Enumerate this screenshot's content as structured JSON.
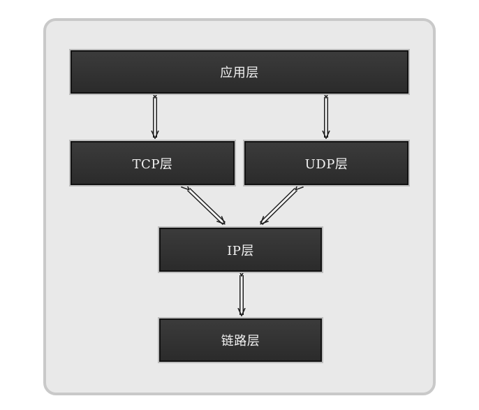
{
  "diagram": {
    "layers": {
      "application": "应用层",
      "tcp": "TCP层",
      "udp": "UDP层",
      "ip": "IP层",
      "link": "链路层"
    },
    "connections": [
      {
        "from": "application",
        "to": "tcp",
        "bidirectional": true
      },
      {
        "from": "application",
        "to": "udp",
        "bidirectional": true
      },
      {
        "from": "tcp",
        "to": "ip",
        "bidirectional": true
      },
      {
        "from": "udp",
        "to": "ip",
        "bidirectional": true
      },
      {
        "from": "ip",
        "to": "link",
        "bidirectional": true
      }
    ]
  }
}
